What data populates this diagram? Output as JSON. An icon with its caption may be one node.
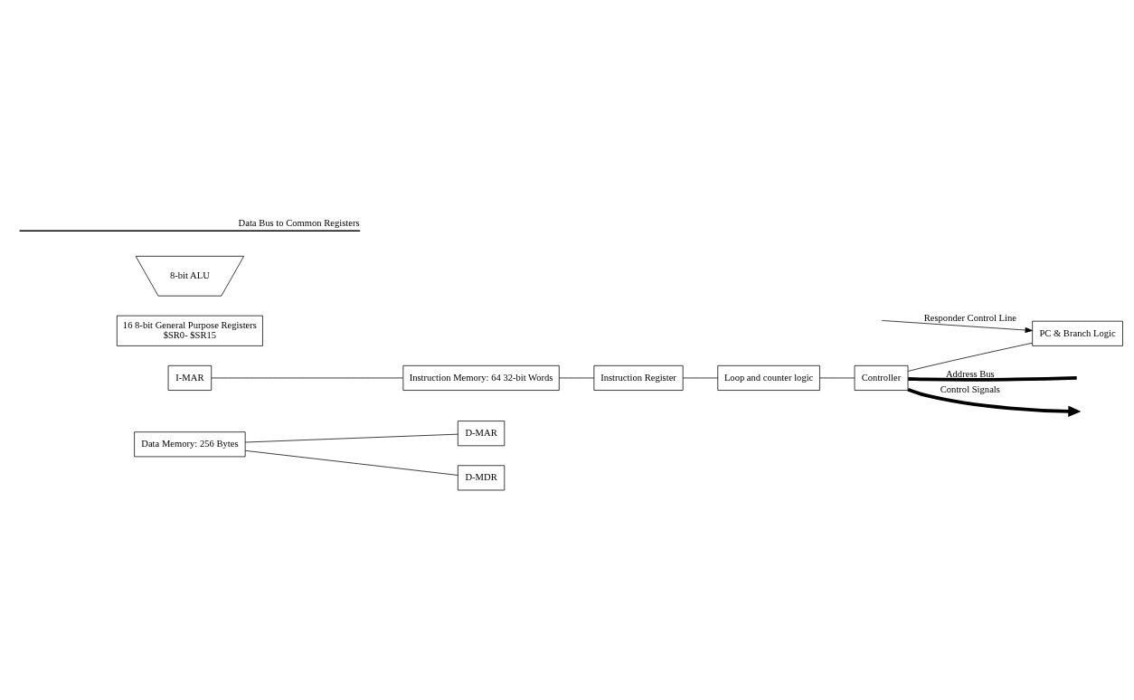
{
  "diagram": {
    "nodes": [
      {
        "text": [
          "Data Memory: 256 Bytes"
        ]
      },
      {
        "text": [
          "I-MAR"
        ]
      },
      {
        "text": [
          "Instruction Memory: 64 32-bit Words"
        ]
      },
      {
        "text": [
          "Loop and counter logic"
        ]
      },
      {
        "text": [
          "D-MAR"
        ]
      },
      {
        "text": [
          "Instruction Register"
        ]
      },
      {
        "text": [
          "D-MDR"
        ]
      },
      {
        "text": [
          "16 8-bit General Purpose Registers",
          "$SR0- $SR15"
        ]
      },
      {
        "text": [
          "8-bit ALU"
        ]
      },
      {
        "text": [
          "Controller"
        ]
      },
      {
        "text": [
          "PC & Branch Logic"
        ]
      }
    ],
    "edges": [
      {
        "from": 1,
        "to": 2,
        "arrow": "none"
      },
      {
        "from": 0,
        "to": 4,
        "arrow": "none"
      },
      {
        "from": 2,
        "to": 5,
        "arrow": "none"
      },
      {
        "from": 5,
        "to": 3,
        "arrow": "none"
      },
      {
        "from": 0,
        "to": 6,
        "arrow": "none"
      },
      {
        "from": 3,
        "to": 9,
        "arrow": "none"
      },
      {
        "from": 9,
        "to": null,
        "arrow": "none",
        "label": "Address Bus",
        "style": "thick"
      },
      {
        "from": 9,
        "to": null,
        "arrow": "to",
        "label": "Control Signals",
        "style": "thick"
      },
      {
        "from": 9,
        "to": 10,
        "arrow": "none"
      },
      {
        "from": null,
        "to": 10,
        "arrow": "to",
        "label": "Responder Control Line"
      }
    ],
    "labels": [
      "Data Bus to Common Registers"
    ]
  }
}
